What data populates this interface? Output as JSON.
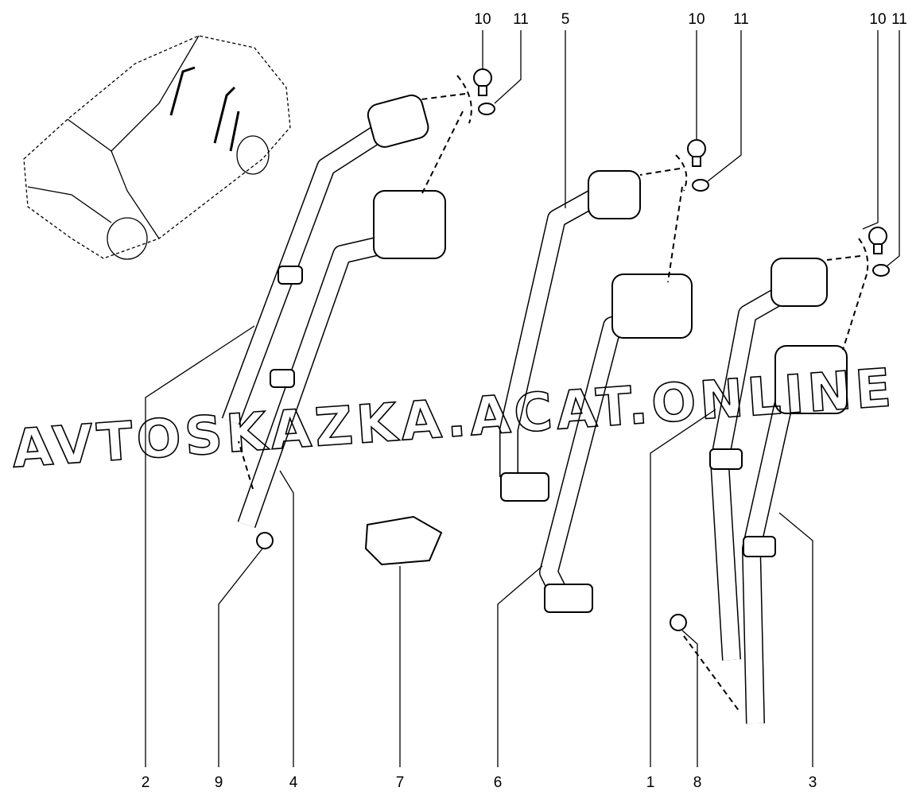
{
  "watermark": "AVTOSKAZKA.ACAT.ONLINE",
  "labels": {
    "top_left_10": "10",
    "top_left_11": "11",
    "top_5": "5",
    "top_mid_10": "10",
    "top_mid_11": "11",
    "top_right_10": "10",
    "top_right_11": "11",
    "bottom_2": "2",
    "bottom_9": "9",
    "bottom_4": "4",
    "bottom_7": "7",
    "bottom_6": "6",
    "bottom_1": "1",
    "bottom_8": "8",
    "bottom_3": "3"
  }
}
